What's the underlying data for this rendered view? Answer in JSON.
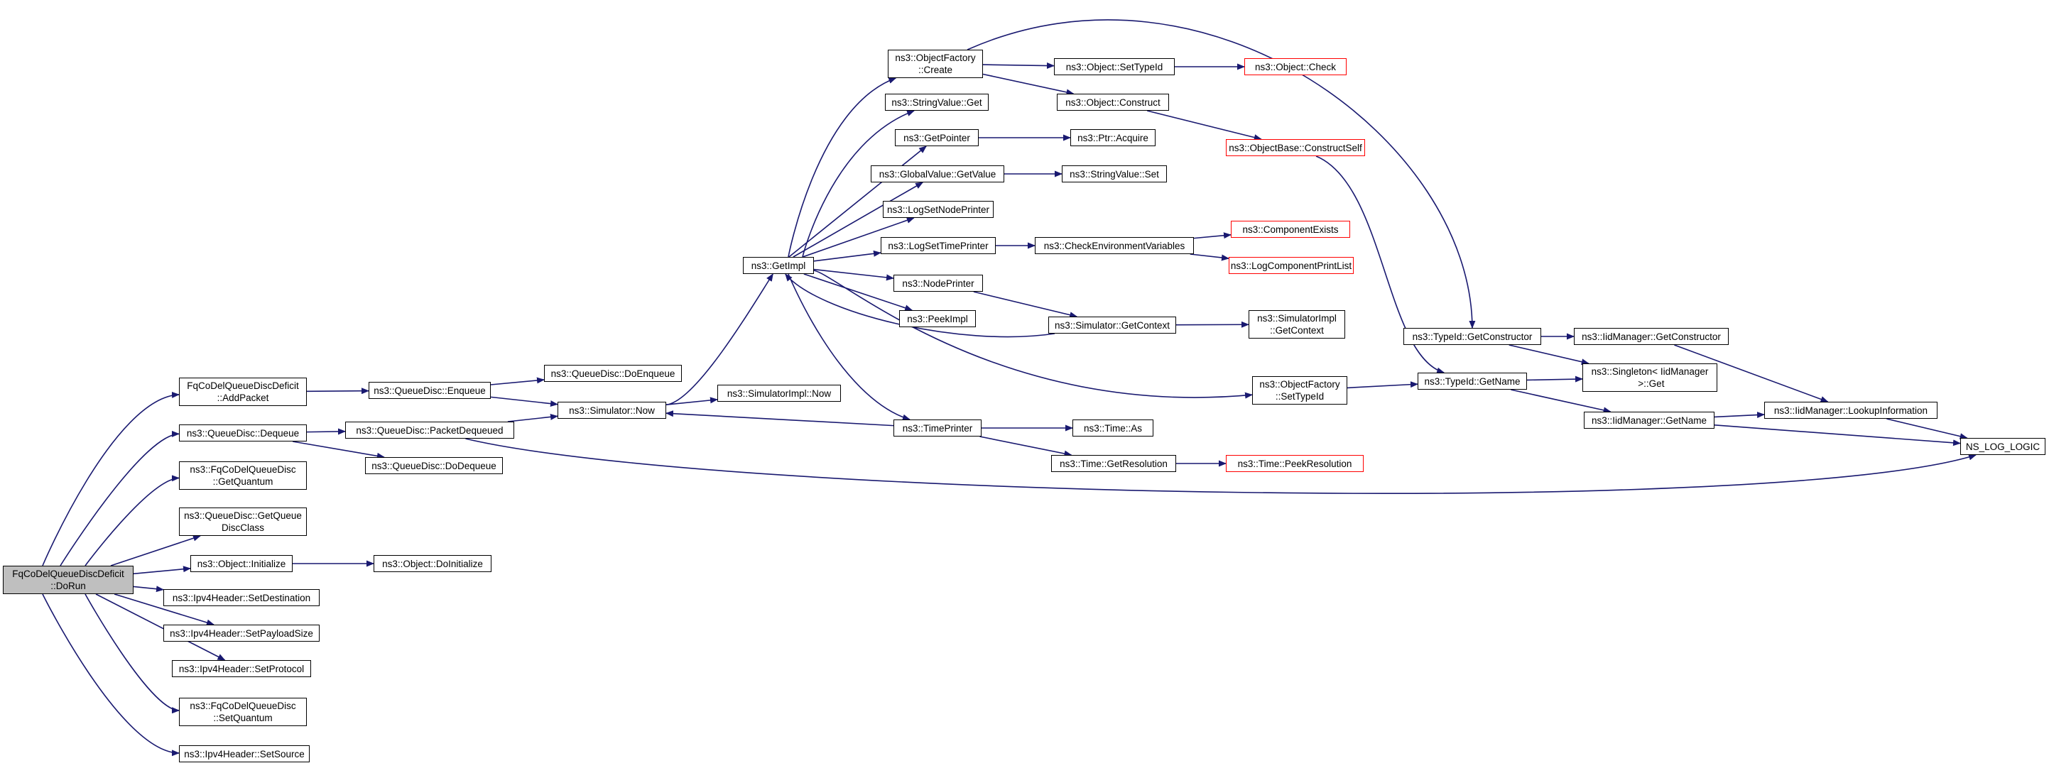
{
  "colors": {
    "edge": "#191970",
    "node_border": "#000000",
    "truncated_border": "#ff0000",
    "root_fill": "#bfbfbf",
    "background": "#ffffff"
  },
  "nodes": {
    "root": {
      "label": "FqCoDelQueueDiscDeficit\n::DoRun",
      "root": true
    },
    "addPacket": {
      "label": "FqCoDelQueueDiscDeficit\n::AddPacket"
    },
    "qdDequeue": {
      "label": "ns3::QueueDisc::Dequeue"
    },
    "fqGetQuantum": {
      "label": "ns3::FqCoDelQueueDisc\n::GetQuantum"
    },
    "getQueueDiscClass": {
      "label": "ns3::QueueDisc::GetQueue\nDiscClass"
    },
    "objInitialize": {
      "label": "ns3::Object::Initialize"
    },
    "setDestination": {
      "label": "ns3::Ipv4Header::SetDestination"
    },
    "setPayloadSize": {
      "label": "ns3::Ipv4Header::SetPayloadSize"
    },
    "setProtocol": {
      "label": "ns3::Ipv4Header::SetProtocol"
    },
    "fqSetQuantum": {
      "label": "ns3::FqCoDelQueueDisc\n::SetQuantum"
    },
    "setSource": {
      "label": "ns3::Ipv4Header::SetSource"
    },
    "qdEnqueue": {
      "label": "ns3::QueueDisc::Enqueue"
    },
    "packetDequeued": {
      "label": "ns3::QueueDisc::PacketDequeued"
    },
    "doDequeue": {
      "label": "ns3::QueueDisc::DoDequeue"
    },
    "doEnqueue": {
      "label": "ns3::QueueDisc::DoEnqueue"
    },
    "simNow": {
      "label": "ns3::Simulator::Now"
    },
    "doInitialize": {
      "label": "ns3::Object::DoInitialize"
    },
    "simImplNow": {
      "label": "ns3::SimulatorImpl::Now"
    },
    "getImpl": {
      "label": "ns3::GetImpl"
    },
    "objFactoryCreate": {
      "label": "ns3::ObjectFactory\n::Create"
    },
    "stringValueGet": {
      "label": "ns3::StringValue::Get"
    },
    "getPointer": {
      "label": "ns3::GetPointer"
    },
    "globalValueGetValue": {
      "label": "ns3::GlobalValue::GetValue"
    },
    "logSetNodePrinter": {
      "label": "ns3::LogSetNodePrinter"
    },
    "logSetTimePrinter": {
      "label": "ns3::LogSetTimePrinter"
    },
    "nodePrinter": {
      "label": "ns3::NodePrinter"
    },
    "peekImpl": {
      "label": "ns3::PeekImpl"
    },
    "timePrinter": {
      "label": "ns3::TimePrinter"
    },
    "objSetTypeId": {
      "label": "ns3::Object::SetTypeId"
    },
    "objConstruct": {
      "label": "ns3::Object::Construct"
    },
    "ptrAcquire": {
      "label": "ns3::Ptr::Acquire"
    },
    "stringValueSet": {
      "label": "ns3::StringValue::Set"
    },
    "checkEnvVars": {
      "label": "ns3::CheckEnvironmentVariables"
    },
    "simGetContext": {
      "label": "ns3::Simulator::GetContext"
    },
    "timeAs": {
      "label": "ns3::Time::As"
    },
    "timeGetResolution": {
      "label": "ns3::Time::GetResolution"
    },
    "objCheck": {
      "label": "ns3::Object::Check",
      "truncated": true
    },
    "constructSelf": {
      "label": "ns3::ObjectBase::ConstructSelf",
      "truncated": true
    },
    "componentExists": {
      "label": "ns3::ComponentExists",
      "truncated": true
    },
    "logComponentPrintList": {
      "label": "ns3::LogComponentPrintList",
      "truncated": true
    },
    "simImplGetContext": {
      "label": "ns3::SimulatorImpl\n::GetContext"
    },
    "objFactorySetTypeId": {
      "label": "ns3::ObjectFactory\n::SetTypeId"
    },
    "peekResolution": {
      "label": "ns3::Time::PeekResolution",
      "truncated": true
    },
    "typeIdGetConstructor": {
      "label": "ns3::TypeId::GetConstructor"
    },
    "typeIdGetName": {
      "label": "ns3::TypeId::GetName"
    },
    "iidGetConstructor": {
      "label": "ns3::IidManager::GetConstructor"
    },
    "singletonGet": {
      "label": "ns3::Singleton< IidManager\n >::Get"
    },
    "iidGetName": {
      "label": "ns3::IidManager::GetName"
    },
    "iidLookupInformation": {
      "label": "ns3::IidManager::LookupInformation"
    },
    "nsLogLogic": {
      "label": "NS_LOG_LOGIC"
    }
  },
  "edges": [
    [
      "root",
      "addPacket"
    ],
    [
      "root",
      "qdDequeue"
    ],
    [
      "root",
      "fqGetQuantum"
    ],
    [
      "root",
      "getQueueDiscClass"
    ],
    [
      "root",
      "objInitialize"
    ],
    [
      "root",
      "setDestination"
    ],
    [
      "root",
      "setPayloadSize"
    ],
    [
      "root",
      "setProtocol"
    ],
    [
      "root",
      "fqSetQuantum"
    ],
    [
      "root",
      "setSource"
    ],
    [
      "addPacket",
      "qdEnqueue"
    ],
    [
      "qdDequeue",
      "packetDequeued"
    ],
    [
      "qdDequeue",
      "doDequeue"
    ],
    [
      "objInitialize",
      "doInitialize"
    ],
    [
      "qdEnqueue",
      "doEnqueue"
    ],
    [
      "qdEnqueue",
      "simNow"
    ],
    [
      "packetDequeued",
      "simNow"
    ],
    [
      "packetDequeued",
      "nsLogLogic"
    ],
    [
      "simNow",
      "getImpl"
    ],
    [
      "simNow",
      "simImplNow"
    ],
    [
      "getImpl",
      "objFactoryCreate"
    ],
    [
      "getImpl",
      "stringValueGet"
    ],
    [
      "getImpl",
      "getPointer"
    ],
    [
      "getImpl",
      "globalValueGetValue"
    ],
    [
      "getImpl",
      "logSetNodePrinter"
    ],
    [
      "getImpl",
      "logSetTimePrinter"
    ],
    [
      "getImpl",
      "nodePrinter"
    ],
    [
      "getImpl",
      "peekImpl"
    ],
    [
      "getImpl",
      "timePrinter"
    ],
    [
      "getImpl",
      "objFactorySetTypeId"
    ],
    [
      "objFactoryCreate",
      "objSetTypeId"
    ],
    [
      "objFactoryCreate",
      "objConstruct"
    ],
    [
      "objFactoryCreate",
      "typeIdGetConstructor"
    ],
    [
      "getPointer",
      "ptrAcquire"
    ],
    [
      "globalValueGetValue",
      "stringValueSet"
    ],
    [
      "logSetTimePrinter",
      "checkEnvVars"
    ],
    [
      "nodePrinter",
      "simGetContext"
    ],
    [
      "timePrinter",
      "simNow"
    ],
    [
      "timePrinter",
      "timeAs"
    ],
    [
      "timePrinter",
      "timeGetResolution"
    ],
    [
      "objSetTypeId",
      "objCheck"
    ],
    [
      "objConstruct",
      "constructSelf"
    ],
    [
      "checkEnvVars",
      "componentExists"
    ],
    [
      "checkEnvVars",
      "logComponentPrintList"
    ],
    [
      "simGetContext",
      "getImpl"
    ],
    [
      "simGetContext",
      "simImplGetContext"
    ],
    [
      "timeGetResolution",
      "peekResolution"
    ],
    [
      "constructSelf",
      "typeIdGetName"
    ],
    [
      "objFactorySetTypeId",
      "typeIdGetName"
    ],
    [
      "typeIdGetConstructor",
      "iidGetConstructor"
    ],
    [
      "typeIdGetConstructor",
      "singletonGet"
    ],
    [
      "typeIdGetName",
      "singletonGet"
    ],
    [
      "typeIdGetName",
      "iidGetName"
    ],
    [
      "iidGetConstructor",
      "iidLookupInformation"
    ],
    [
      "iidGetName",
      "iidLookupInformation"
    ],
    [
      "iidGetName",
      "nsLogLogic"
    ],
    [
      "iidLookupInformation",
      "nsLogLogic"
    ]
  ]
}
